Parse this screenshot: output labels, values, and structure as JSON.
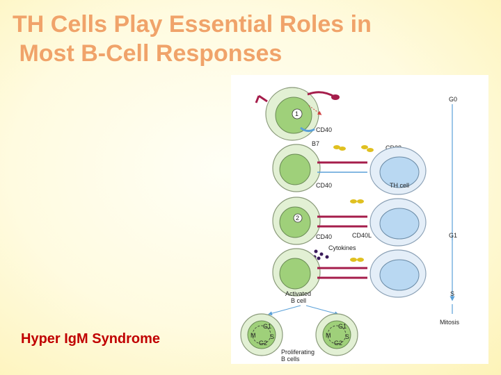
{
  "slide": {
    "title": "TH Cells Play Essential Roles in\n Most B-Cell Responses",
    "caption": "Hyper IgM Syndrome"
  },
  "figure": {
    "labels": {
      "cd40_1": "CD40",
      "b7": "B7",
      "cd28": "CD28",
      "cd40_2": "CD40",
      "th_cell": "TH cell",
      "cd40_3": "CD40",
      "cd40l": "CD40L",
      "cytokines": "Cytokines",
      "activated_b_cell": "Activated\nB cell",
      "proliferating_b_cells": "Proliferating\nB cells",
      "step_1": "1",
      "step_2": "2",
      "cycle_g1": "G1",
      "cycle_m": "M",
      "cycle_g2": "G2",
      "cycle_s": "S"
    },
    "phases": [
      {
        "label": "G0"
      },
      {
        "label": "G1"
      },
      {
        "label": "S"
      },
      {
        "label": "Mitosis"
      }
    ],
    "colors": {
      "b_cell_outer": "#e2f0d4",
      "b_cell_inner": "#9fd07a",
      "th_cell_outer": "#e4eef8",
      "th_cell_inner": "#b9d8f2",
      "receptor": "#a51d4b",
      "signal": "#e0c020",
      "phase_arrow": "#5aa0d8",
      "title": "#f0a36a",
      "caption": "#c00000"
    }
  }
}
